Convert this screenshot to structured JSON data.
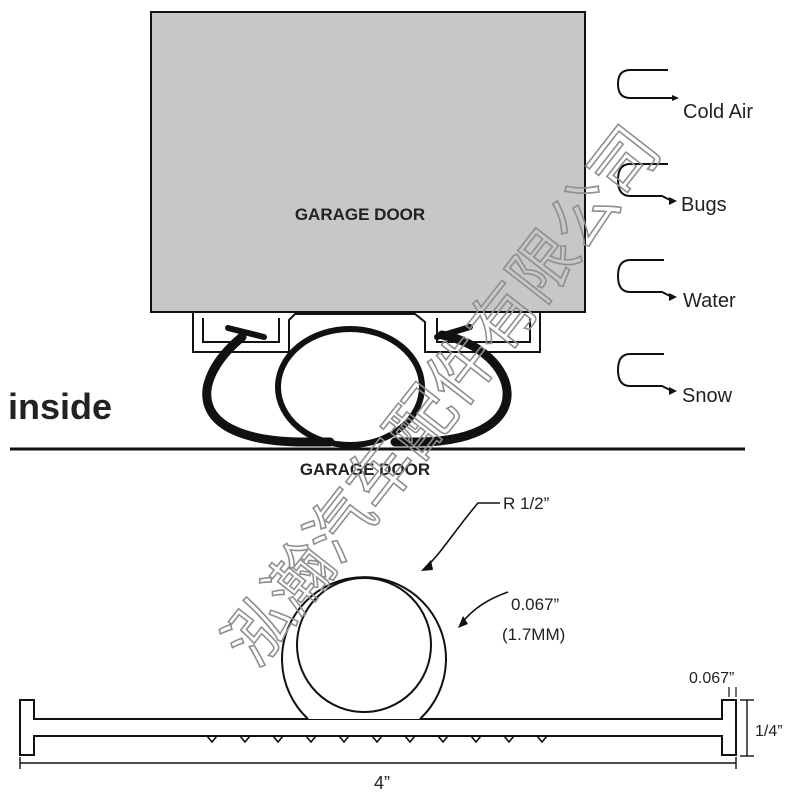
{
  "garage_door": {
    "label": "GARAGE DOOR"
  },
  "side_label": "inside",
  "floor_label": "GARAGE DOOR",
  "blocked_items": [
    {
      "label": "Cold Air",
      "icon": "hook-arrow-icon"
    },
    {
      "label": "Bugs",
      "icon": "hook-arrow-icon"
    },
    {
      "label": "Water",
      "icon": "hook-arrow-icon"
    },
    {
      "label": "Snow",
      "icon": "hook-arrow-icon"
    }
  ],
  "dimensions": {
    "radius": "R 1/2”",
    "wall_thickness": "0.067”",
    "wall_thickness_metric": "(1.7MM)",
    "flange_thickness": "0.067”",
    "height": "1/4”",
    "width": "4”"
  },
  "watermark": "泓瀚汽车配件有限公司",
  "colors": {
    "door_fill": "#c8c6c6",
    "line": "#111111",
    "text": "#222222",
    "watermark": "#8f8f8f"
  }
}
